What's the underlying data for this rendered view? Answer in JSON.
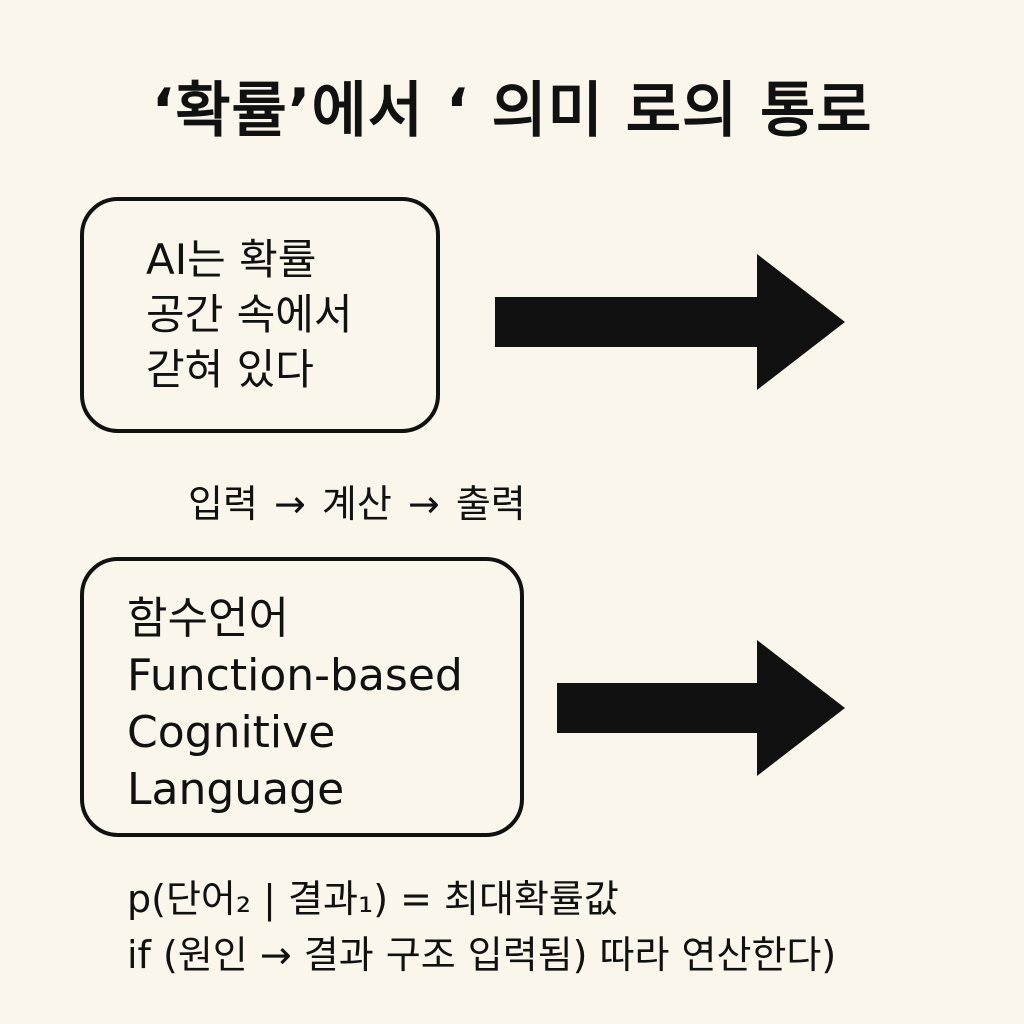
{
  "title": "‘확률’에서 ‘ 의미 로의 통로",
  "box_top": {
    "lines": [
      "AI는 확률",
      "공간 속에서",
      "갇혀 있다"
    ]
  },
  "flow": "입력 → 계산 → 출력",
  "box_bottom": {
    "lines": [
      "함수언어",
      "Function-based",
      "Cognitive",
      "Language"
    ]
  },
  "formulas": [
    "p(단어₂ | 결과₁) = 최대확률값",
    "if (원인 → 결과 구조 입력됨) 따라 연산한다)"
  ],
  "colors": {
    "background": "#fbf6ec",
    "ink": "#111111"
  }
}
